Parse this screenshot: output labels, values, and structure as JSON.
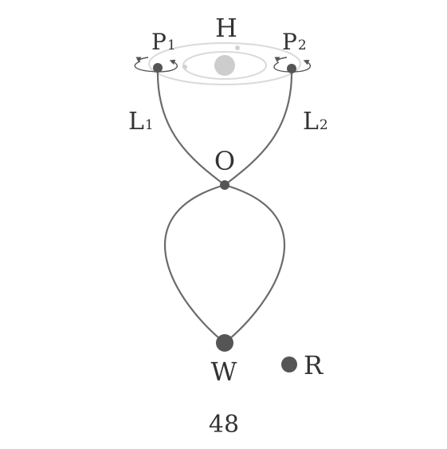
{
  "labels": {
    "h": "H",
    "p1_letter": "P",
    "p1_sub": "1",
    "p2_letter": "P",
    "p2_sub": "2",
    "l1_letter": "L",
    "l1_sub": "1",
    "l2_letter": "L",
    "l2_sub": "2",
    "o": "O",
    "w": "W",
    "r": "R"
  },
  "page_number": "48",
  "colors": {
    "line": "#6b6b6b",
    "node": "#555555",
    "orbit": "#d6d6d6",
    "hub": "#cfcfcf",
    "text": "#333333"
  }
}
